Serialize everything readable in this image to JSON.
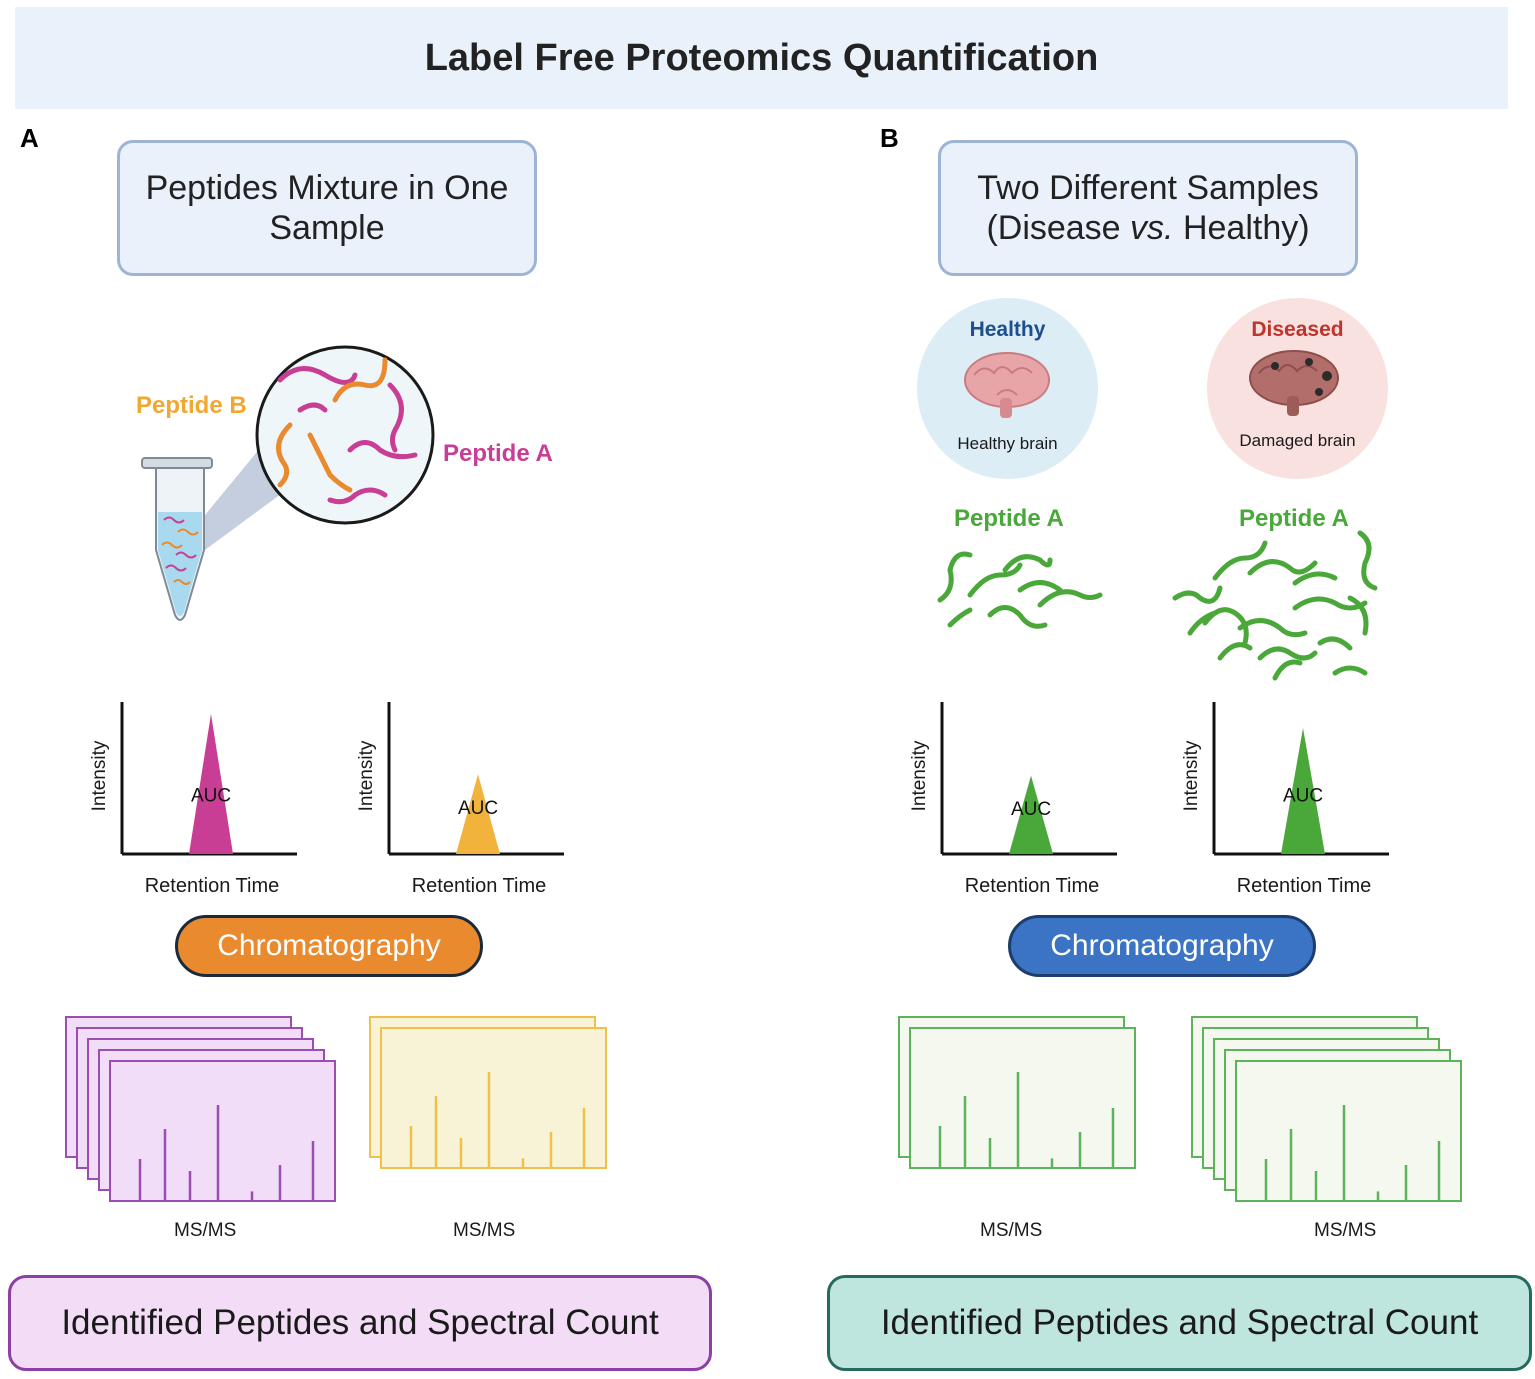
{
  "header": {
    "title": "Label Free Proteomics Quantification"
  },
  "panel_a": {
    "letter": "A",
    "sample_box": {
      "line1": "Peptides Mixture in One",
      "line2": "Sample"
    },
    "peptide_b_label": "Peptide B",
    "peptide_a_label": "Peptide A",
    "chromatograms": [
      {
        "ylabel": "Intensity",
        "xlabel": "Retention Time",
        "peak_label": "AUC",
        "peak_color": "#c93e95",
        "relative_height": 1.0
      },
      {
        "ylabel": "Intensity",
        "xlabel": "Retention Time",
        "peak_label": "AUC",
        "peak_color": "#f2b33d",
        "relative_height": 0.57
      }
    ],
    "pill_label": "Chromatography",
    "spectra": [
      {
        "label": "MS/MS",
        "stack_count": 5,
        "color": "#9b4db1",
        "fill": "#f1ddf7"
      },
      {
        "label": "MS/MS",
        "stack_count": 2,
        "color": "#f0c04a",
        "fill": "#f8f2d6"
      }
    ],
    "result_label": "Identified Peptides and Spectral Count"
  },
  "panel_b": {
    "letter": "B",
    "sample_box": {
      "line1": "Two Different Samples",
      "line2_pre": "(Disease ",
      "line2_italic": "vs.",
      "line2_post": " Healthy)"
    },
    "healthy_circle": {
      "title": "Healthy",
      "caption": "Healthy brain",
      "title_color": "#1f4e8c",
      "fill": "#dcedf5"
    },
    "diseased_circle": {
      "title": "Diseased",
      "caption": "Damaged brain",
      "title_color": "#c0342c",
      "fill": "#f9e1df"
    },
    "peptide_labels": [
      "Peptide A",
      "Peptide A"
    ],
    "chromatograms": [
      {
        "ylabel": "Intensity",
        "xlabel": "Retention Time",
        "peak_label": "AUC",
        "peak_color": "#4aa83a",
        "relative_height": 0.56
      },
      {
        "ylabel": "Intensity",
        "xlabel": "Retention Time",
        "peak_label": "AUC",
        "peak_color": "#4aa83a",
        "relative_height": 0.9
      }
    ],
    "pill_label": "Chromatography",
    "spectra": [
      {
        "label": "MS/MS",
        "stack_count": 2,
        "color": "#5db35a",
        "fill": "#f4f8ee"
      },
      {
        "label": "MS/MS",
        "stack_count": 5,
        "color": "#5db35a",
        "fill": "#f4f8ee"
      }
    ],
    "result_label": "Identified Peptides and Spectral Count"
  }
}
